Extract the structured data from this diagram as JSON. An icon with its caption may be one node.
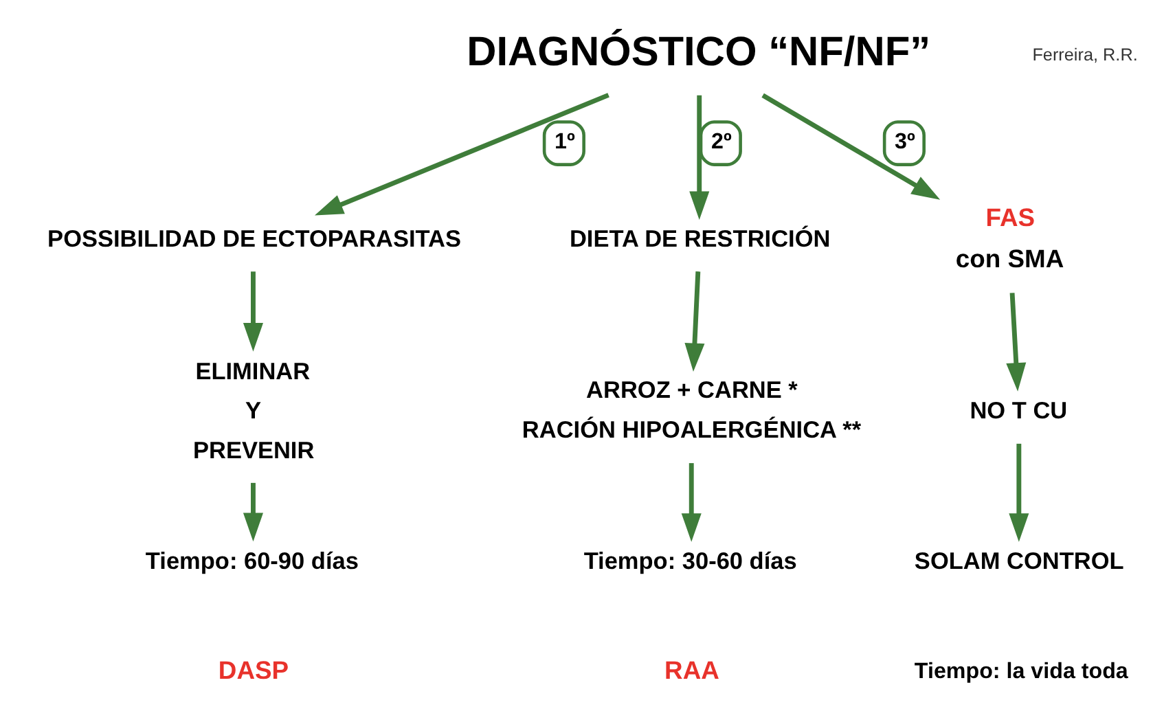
{
  "diagram": {
    "nodes": [
      {
        "text": [
          "DIAGNÓSTICO “NF/NF”"
        ]
      },
      {
        "text": [
          "POSSIBILIDAD DE ECTOPARASITAS"
        ]
      },
      {
        "text": [
          "DIETA DE RESTRICIÓN"
        ]
      },
      {
        "text": [
          "FAS",
          "con SMA"
        ]
      },
      {
        "text": [
          "ELIMINAR",
          "Y",
          "PREVENIR"
        ]
      },
      {
        "text": [
          "ARROZ + CARNE *",
          "RACIÓN HIPOALERGÉNICA **"
        ]
      },
      {
        "text": [
          "NO T CU"
        ]
      },
      {
        "text": [
          "Tiempo: 60-90 días"
        ]
      },
      {
        "text": [
          "Tiempo: 30-60 días"
        ]
      },
      {
        "text": [
          "SOLAM CONTROL"
        ]
      }
    ],
    "edges": [
      {
        "from": 0,
        "to": 1,
        "arrow": "to",
        "label": "1º"
      },
      {
        "from": 0,
        "to": 2,
        "arrow": "to",
        "label": "2º"
      },
      {
        "from": 0,
        "to": 3,
        "arrow": "to",
        "label": "3º"
      },
      {
        "from": 1,
        "to": 4,
        "arrow": "to"
      },
      {
        "from": 2,
        "to": 5,
        "arrow": "to"
      },
      {
        "from": 3,
        "to": 6,
        "arrow": "to"
      },
      {
        "from": 4,
        "to": 7,
        "arrow": "to"
      },
      {
        "from": 5,
        "to": 8,
        "arrow": "to"
      },
      {
        "from": 6,
        "to": 9,
        "arrow": "to"
      }
    ],
    "labels": [
      "Ferreira, R.R.",
      "DASP",
      "RAA",
      "Tiempo: la vida toda"
    ]
  }
}
